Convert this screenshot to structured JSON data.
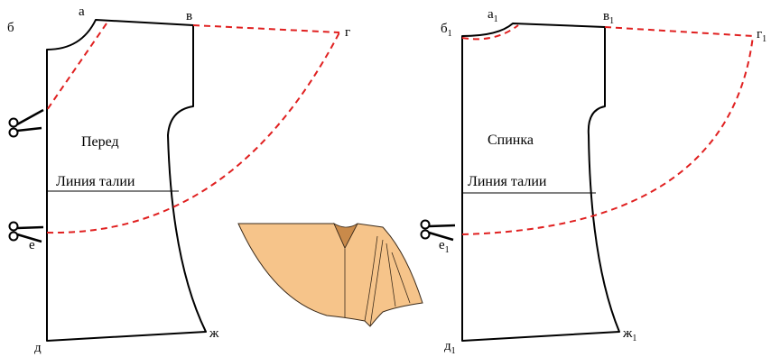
{
  "front": {
    "title": "Перед",
    "waist_label": "Линия талии",
    "points": {
      "a": "а",
      "b": "б",
      "v": "в",
      "g": "г",
      "e": "е",
      "d": "д",
      "zh": "ж"
    }
  },
  "back": {
    "title": "Спинка",
    "waist_label": "Линия талии",
    "points": {
      "a": "а",
      "b": "б",
      "v": "в",
      "g": "г",
      "e": "е",
      "d": "д",
      "zh": "ж"
    },
    "subscript": "1"
  },
  "colors": {
    "outline": "#000000",
    "cut_line": "#e02020",
    "cape_fill": "#f6c48a",
    "cape_stroke": "#3a2a1a"
  },
  "icons": {
    "scissors": "scissors-icon"
  }
}
